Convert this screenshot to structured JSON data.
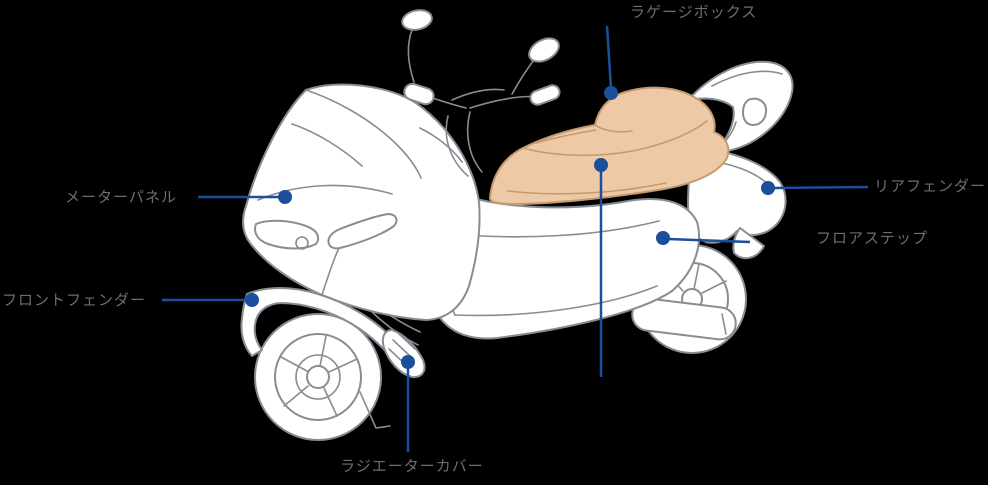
{
  "labels": {
    "luggage_box": "ラゲージボックス",
    "meter_panel": "メーターパネル",
    "rear_fender": "リアフェンダー",
    "floor_step": "フロアステップ",
    "front_fender": "フロントフェンダー",
    "radiator_cover": "ラジエーターカバー"
  },
  "colors": {
    "background": "#000000",
    "leader_line": "#1b4e9b",
    "label_text": "#6e6e6e",
    "body_outline": "#878d93",
    "body_fill": "#ffffff",
    "seat_fill": "#edcaa5",
    "seat_outline": "#c59a70"
  }
}
